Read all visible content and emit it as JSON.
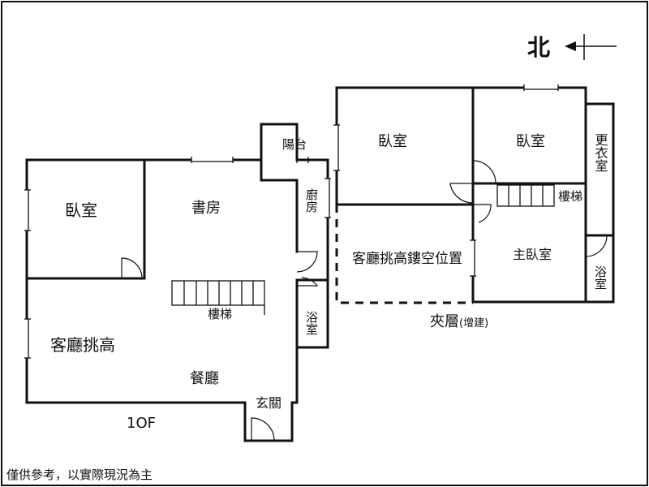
{
  "compass": {
    "label": "北"
  },
  "floor_1": {
    "caption": "1OF",
    "rooms": {
      "bedroom": "臥室",
      "study": "書房",
      "balcony": "陽台",
      "kitchen": "廚房",
      "stairs": "樓梯",
      "bathroom": "浴室",
      "living_high_ceiling": "客廳挑高",
      "dining": "餐廳",
      "entrance": "玄關"
    }
  },
  "mezzanine": {
    "caption": "夾層",
    "caption_note": "(增建)",
    "rooms": {
      "bedroom_left": "臥室",
      "bedroom_right": "臥室",
      "closet": "更衣室",
      "stairs": "樓梯",
      "void": "客廳挑高鏤空位置",
      "master_bedroom": "主臥室",
      "bathroom": "浴室"
    }
  },
  "footer_note": "僅供參考，以實際現況為主"
}
